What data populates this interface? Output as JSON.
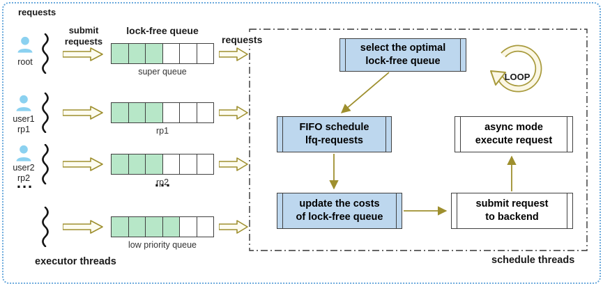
{
  "colors": {
    "frame_blue": "#6aa9dc",
    "node_blue": "#bdd7ee",
    "queue_green": "#b7e7c8",
    "olive": "#9e8f2e",
    "user_blue": "#8bd1f0",
    "border_dark": "#3f3f3f"
  },
  "labels": {
    "requests_top": "requests",
    "submit_requests": "submit requests",
    "lock_free_queue_heading": "lock-free queue",
    "requests_mid": "requests",
    "ellipsis": "...",
    "loop": "LOOP",
    "executor_threads": "executor threads",
    "schedule_threads": "schedule threads"
  },
  "users": [
    {
      "icon": "user-icon",
      "lines": [
        "root"
      ]
    },
    {
      "icon": "user-icon",
      "lines": [
        "user1",
        "rp1"
      ]
    },
    {
      "icon": "user-icon",
      "lines": [
        "user2",
        "rp2"
      ]
    }
  ],
  "queues": [
    {
      "label": "super queue",
      "filled": 3,
      "total": 6
    },
    {
      "label": "rp1",
      "filled": 3,
      "total": 6
    },
    {
      "label": "rp2",
      "filled": 3,
      "total": 6
    },
    {
      "label": "low priority queue",
      "filled": 4,
      "total": 6
    }
  ],
  "nodes": {
    "select": {
      "line1": "select the optimal",
      "line2": "lock-free queue"
    },
    "fifo": {
      "line1": "FIFO schedule",
      "line2": "lfq-requests"
    },
    "update": {
      "line1": "update the costs",
      "line2": "of lock-free queue"
    },
    "async_exec": {
      "line1": "async mode",
      "line2": "execute request"
    },
    "submit_backend": {
      "line1": "submit request",
      "line2": "to backend"
    }
  }
}
